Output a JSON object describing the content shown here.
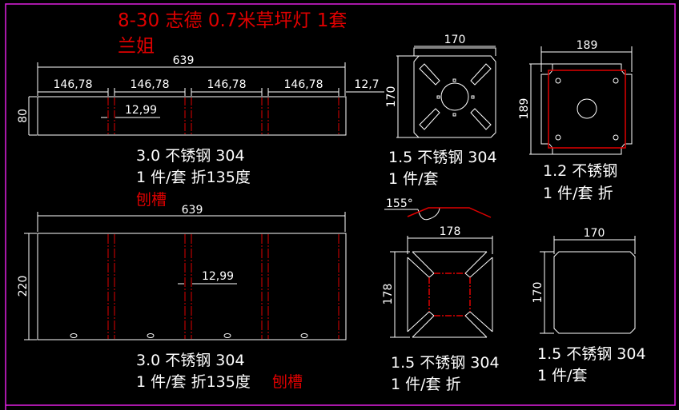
{
  "title": {
    "line1": "8-30 志德 0.7米草坪灯 1套",
    "line2": "兰姐"
  },
  "colors": {
    "background": "#000000",
    "border": "#e020e0",
    "line": "#ffffff",
    "fold": "#e00000",
    "title": "#e00000"
  },
  "parts": [
    {
      "id": "strip-80",
      "dims": {
        "total": "639",
        "section": "146,78",
        "end": "12,7",
        "slot": "12,99",
        "height": "80"
      },
      "material": "3.0 不锈钢 304",
      "qty": "1 件/套 折135度",
      "note": "刨槽"
    },
    {
      "id": "plate-170-slots",
      "dims": {
        "width": "170",
        "height": "170"
      },
      "material": "1.5 不锈钢 304",
      "qty": "1 件/套"
    },
    {
      "id": "plate-189",
      "dims": {
        "width": "189",
        "height": "189"
      },
      "material": "1.2 不锈钢",
      "qty": "1 件/套 折"
    },
    {
      "id": "panel-220",
      "dims": {
        "total": "639",
        "slot": "12,99",
        "height": "220"
      },
      "material": "3.0 不锈钢 304",
      "qty": "1 件/套 折135度",
      "note": "刨槽"
    },
    {
      "id": "hopper-178",
      "dims": {
        "width": "178",
        "height": "178",
        "angle": "155°"
      },
      "material": "1.5 不锈钢 304",
      "qty": "1 件/套 折"
    },
    {
      "id": "plate-170",
      "dims": {
        "width": "170",
        "height": "170"
      },
      "material": "1.5 不锈钢 304",
      "qty": "1 件/套"
    }
  ]
}
